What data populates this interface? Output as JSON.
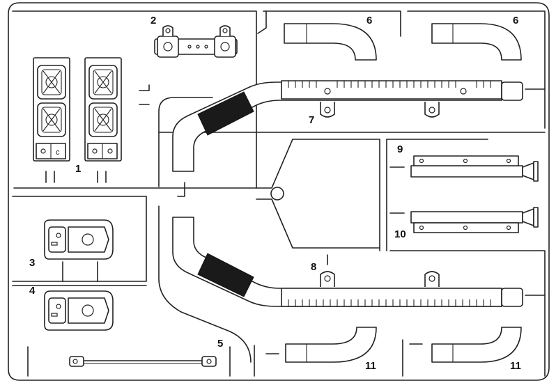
{
  "diagram": {
    "part_numbers": {
      "p1": "1",
      "p2": "2",
      "p3": "3",
      "p4": "4",
      "p5": "5",
      "p6a": "6",
      "p6b": "6",
      "p7": "7",
      "p8": "8",
      "p9": "9",
      "p10": "10",
      "p11a": "11",
      "p11b": "11"
    }
  }
}
